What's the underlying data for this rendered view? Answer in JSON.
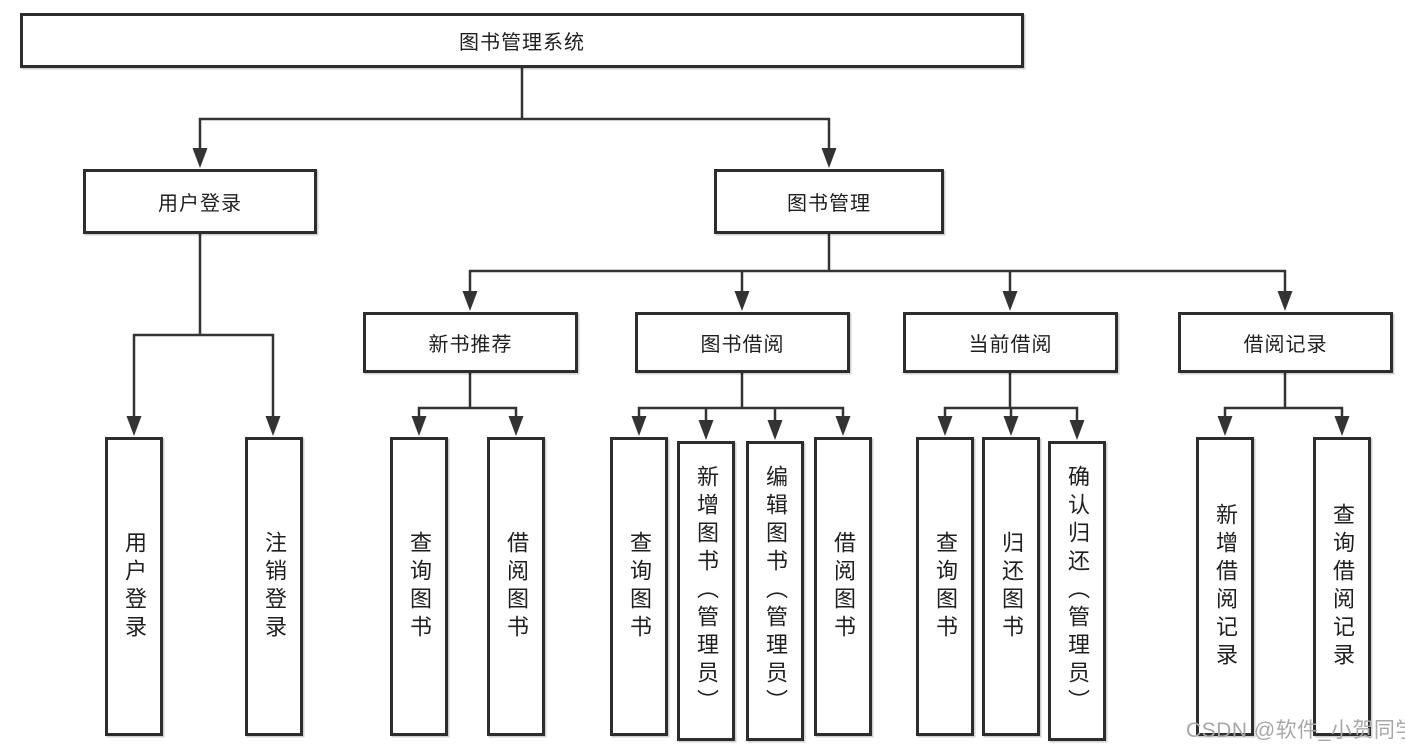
{
  "diagram": {
    "root": {
      "label": "图书管理系统",
      "children": [
        {
          "label": "用户登录",
          "children": [
            {
              "label": "用户登录"
            },
            {
              "label": "注销登录"
            }
          ]
        },
        {
          "label": "图书管理",
          "children": [
            {
              "label": "新书推荐",
              "children": [
                {
                  "label": "查询图书"
                },
                {
                  "label": "借阅图书"
                }
              ]
            },
            {
              "label": "图书借阅",
              "children": [
                {
                  "label": "查询图书"
                },
                {
                  "label": "新增图书（管理员）"
                },
                {
                  "label": "编辑图书（管理员）"
                },
                {
                  "label": "借阅图书"
                }
              ]
            },
            {
              "label": "当前借阅",
              "children": [
                {
                  "label": "查询图书"
                },
                {
                  "label": "归还图书"
                },
                {
                  "label": "确认归还（管理员）"
                }
              ]
            },
            {
              "label": "借阅记录",
              "children": [
                {
                  "label": "新增借阅记录"
                },
                {
                  "label": "查询借阅记录"
                }
              ]
            }
          ]
        }
      ]
    },
    "watermark": "CSDN @软件_小贺同学"
  },
  "colors": {
    "line": "#333333",
    "box_border": "#2d2d2d",
    "text": "#1f1f1f",
    "watermark": "#a8a8a8",
    "background": "#ffffff"
  }
}
